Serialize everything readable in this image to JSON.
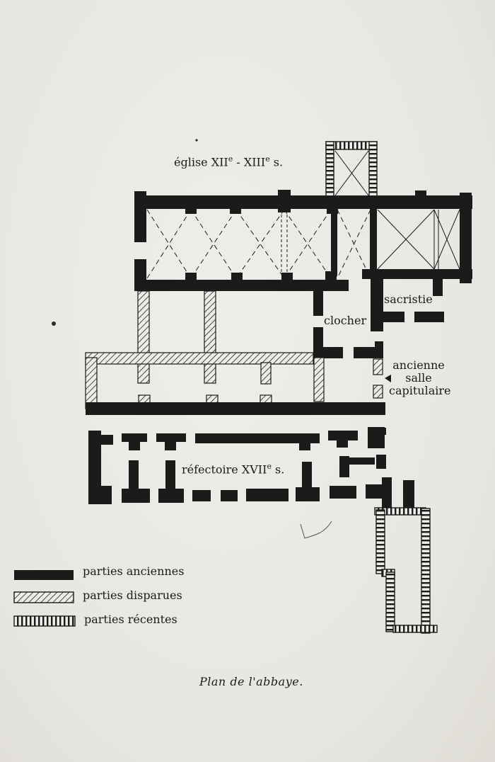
{
  "labels": {
    "church_main": "église XII",
    "church_sup1": "e",
    "church_sep": " - XIII",
    "church_sup2": "e",
    "church_tail": " s.",
    "sacristy": "sacristie",
    "bell_tower": "clocher",
    "chapter_line1": "ancienne",
    "chapter_line2": "salle",
    "chapter_line3": "capitulaire",
    "refectory_main": "réfectoire XVII",
    "refectory_sup": "e",
    "refectory_tail": " s."
  },
  "legend": [
    {
      "label": "parties anciennes",
      "style": "solid"
    },
    {
      "label": "parties disparues",
      "style": "hatched"
    },
    {
      "label": "parties récentes",
      "style": "ladder"
    }
  ],
  "caption": "Plan de l'abbaye.",
  "colors": {
    "ink": "#1b1b1b",
    "paper": "#e9e8e3"
  }
}
